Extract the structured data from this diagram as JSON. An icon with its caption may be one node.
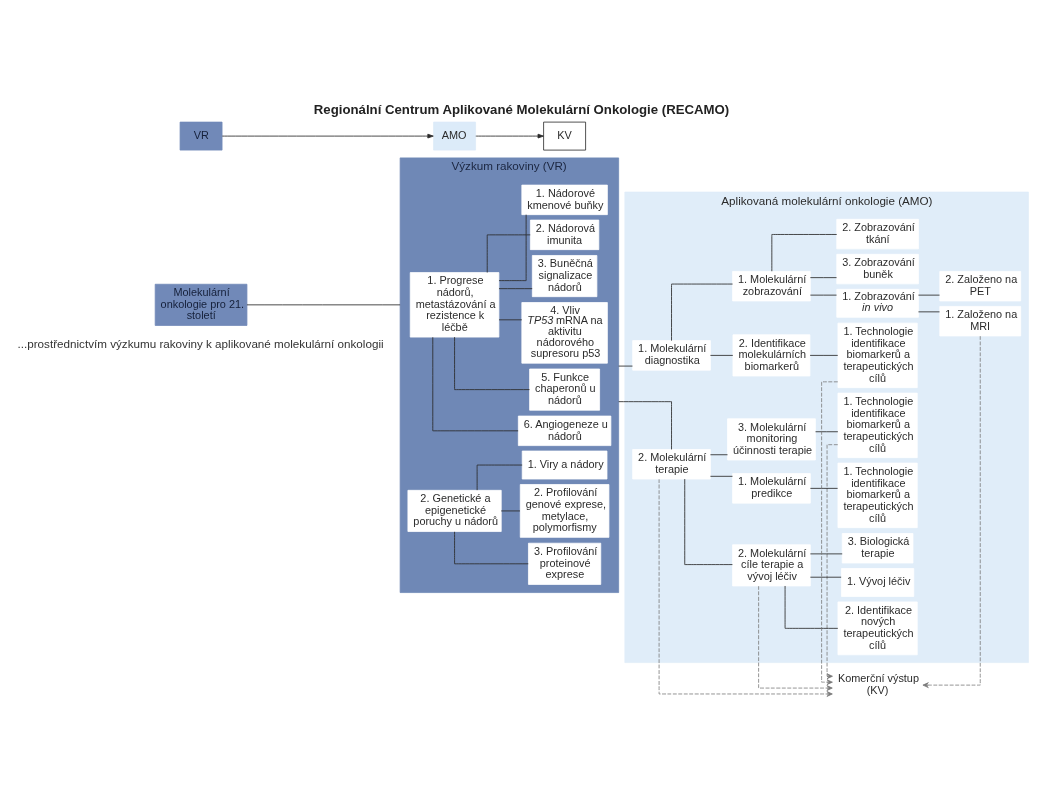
{
  "diagram": {
    "title": "Regionální Centrum Aplikované Molekulární Onkologie (RECAMO)",
    "labels": [
      "...prostřednictvím výzkumu rakoviny k aplikované molekulární onkologii"
    ],
    "nodes": [
      {
        "text": [
          "Molekulární onkologie pro 21. století"
        ]
      },
      {
        "text": [
          "VR"
        ]
      },
      {
        "text": [
          "AMO"
        ]
      },
      {
        "text": [
          "KV"
        ]
      },
      {
        "text": [
          "Výzkum rakoviny (VR)"
        ]
      },
      {
        "text": [
          "1. Progrese nádorů, metastázování a rezistence k léčbě"
        ],
        "in": 4
      },
      {
        "text": [
          "1. Nádorové kmenové buňky"
        ],
        "in": 4
      },
      {
        "text": [
          "2. Nádorová imunita"
        ],
        "in": 4
      },
      {
        "text": [
          "3. Buněčná signalizace nádorů"
        ],
        "in": 4
      },
      {
        "text": [
          "4. Vliv *TP53* mRNA na aktivitu nádorového supresoru p53"
        ],
        "in": 4
      },
      {
        "text": [
          "5. Funkce chaperonů u nádorů"
        ],
        "in": 4
      },
      {
        "text": [
          "6. Angiogeneze u nádorů"
        ],
        "in": 4
      },
      {
        "text": [
          "2. Genetické a epigenetické poruchy u nádorů"
        ],
        "in": 4
      },
      {
        "text": [
          "1. Viry a nádory"
        ],
        "in": 4
      },
      {
        "text": [
          "2. Profilování genové exprese, metylace, polymorfismy"
        ],
        "in": 4
      },
      {
        "text": [
          "3. Profilování proteinové exprese"
        ],
        "in": 4
      },
      {
        "text": [
          "Aplikovaná molekulární onkologie (AMO)"
        ]
      },
      {
        "text": [
          "1. Molekulární diagnostika"
        ],
        "in": 16
      },
      {
        "text": [
          "1. Molekulární zobrazování"
        ],
        "in": 16
      },
      {
        "text": [
          "1. Zobrazování *in vivo*"
        ],
        "in": 16
      },
      {
        "text": [
          "1. Založeno na MRI"
        ],
        "in": 16
      },
      {
        "text": [
          "2. Založeno na PET"
        ],
        "in": 16
      },
      {
        "text": [
          "2. Zobrazování tkání"
        ],
        "in": 16
      },
      {
        "text": [
          "3. Zobrazování buněk"
        ],
        "in": 16
      },
      {
        "text": [
          "2. Identifikace molekulárních biomarkerů"
        ],
        "in": 16
      },
      {
        "text": [
          "1. Technologie identifikace biomarkerů a terapeutických cílů"
        ],
        "in": 16
      },
      {
        "text": [
          "2. Molekulární terapie"
        ],
        "in": 16
      },
      {
        "text": [
          "1. Molekulární predikce"
        ],
        "in": 16
      },
      {
        "text": [
          "1. Technologie identifikace biomarkerů a terapeutických cílů"
        ],
        "in": 16
      },
      {
        "text": [
          "2. Molekulární cíle terapie a vývoj léčiv"
        ],
        "in": 16
      },
      {
        "text": [
          "1. Vývoj léčiv"
        ],
        "in": 16
      },
      {
        "text": [
          "2. Identifikace nových terapeutických cílů"
        ],
        "in": 16
      },
      {
        "text": [
          "3. Biologická terapie"
        ],
        "in": 16
      },
      {
        "text": [
          "3. Molekulární monitoring účinnosti terapie"
        ],
        "in": 16
      },
      {
        "text": [
          "1. Technologie identifikace biomarkerů a terapeutických cílů"
        ],
        "in": 16
      },
      {
        "text": [
          "Komerční výstup (KV)"
        ]
      }
    ],
    "edges": [
      {
        "from": 1,
        "to": 2,
        "arrow": "to"
      },
      {
        "from": 2,
        "to": 3,
        "arrow": "to"
      },
      {
        "from": 0,
        "to": 4,
        "arrow": "none"
      },
      {
        "from": 5,
        "to": 6,
        "arrow": "none"
      },
      {
        "from": 5,
        "to": 7,
        "arrow": "none"
      },
      {
        "from": 5,
        "to": 8,
        "arrow": "none"
      },
      {
        "from": 5,
        "to": 9,
        "arrow": "none"
      },
      {
        "from": 5,
        "to": 10,
        "arrow": "none"
      },
      {
        "from": 5,
        "to": 11,
        "arrow": "none"
      },
      {
        "from": 12,
        "to": 13,
        "arrow": "none"
      },
      {
        "from": 12,
        "to": 14,
        "arrow": "none"
      },
      {
        "from": 12,
        "to": 15,
        "arrow": "none"
      },
      {
        "from": 4,
        "to": 17,
        "arrow": "none"
      },
      {
        "from": 4,
        "to": 26,
        "arrow": "none"
      },
      {
        "from": 17,
        "to": 18,
        "arrow": "none"
      },
      {
        "from": 18,
        "to": 19,
        "arrow": "none"
      },
      {
        "from": 19,
        "to": 20,
        "arrow": "none"
      },
      {
        "from": 19,
        "to": 21,
        "arrow": "none"
      },
      {
        "from": 18,
        "to": 22,
        "arrow": "none"
      },
      {
        "from": 18,
        "to": 23,
        "arrow": "none"
      },
      {
        "from": 17,
        "to": 24,
        "arrow": "none"
      },
      {
        "from": 24,
        "to": 25,
        "arrow": "none"
      },
      {
        "from": 26,
        "to": 27,
        "arrow": "none"
      },
      {
        "from": 27,
        "to": 28,
        "arrow": "none"
      },
      {
        "from": 26,
        "to": 29,
        "arrow": "none"
      },
      {
        "from": 29,
        "to": 30,
        "arrow": "none"
      },
      {
        "from": 29,
        "to": 31,
        "arrow": "none"
      },
      {
        "from": 29,
        "to": 32,
        "arrow": "none"
      },
      {
        "from": 26,
        "to": 33,
        "arrow": "none"
      },
      {
        "from": 33,
        "to": 34,
        "arrow": "none"
      },
      {
        "from": 20,
        "to": 35,
        "arrow": "to",
        "style": "dashed",
        "color": "#777777"
      },
      {
        "from": 25,
        "to": 35,
        "arrow": "to",
        "style": "dashed",
        "color": "#777777"
      },
      {
        "from": 29,
        "to": 35,
        "arrow": "to",
        "style": "dashed",
        "color": "#777777"
      },
      {
        "from": 26,
        "to": 35,
        "arrow": "to",
        "style": "dashed",
        "color": "#777777"
      },
      {
        "from": 34,
        "to": 35,
        "arrow": "to",
        "style": "dashed",
        "color": "#777777"
      }
    ]
  }
}
